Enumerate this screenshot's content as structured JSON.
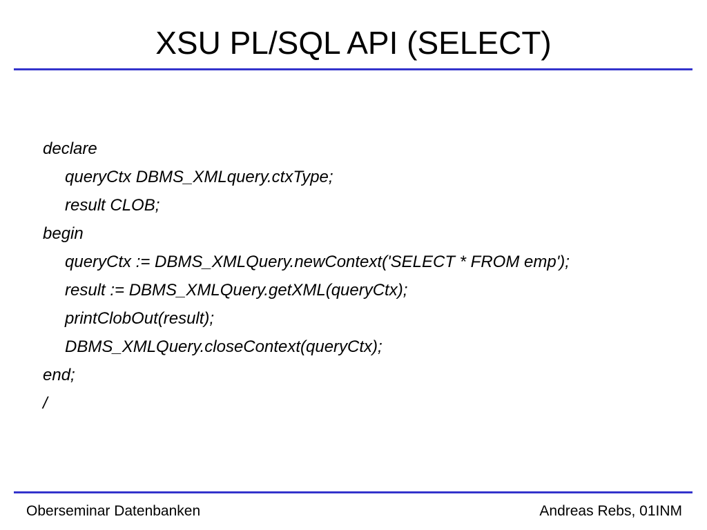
{
  "slide": {
    "title": "XSU PL/SQL API (SELECT)",
    "accent_color": "#3333cc"
  },
  "code": {
    "lines": [
      {
        "text": "declare",
        "indent": false
      },
      {
        "text": "queryCtx DBMS_XMLquery.ctxType;",
        "indent": true
      },
      {
        "text": "result CLOB;",
        "indent": true
      },
      {
        "text": "begin",
        "indent": false
      },
      {
        "text": "queryCtx := DBMS_XMLQuery.newContext('SELECT * FROM emp');",
        "indent": true
      },
      {
        "text": "result := DBMS_XMLQuery.getXML(queryCtx);",
        "indent": true
      },
      {
        "text": "printClobOut(result);",
        "indent": true
      },
      {
        "text": "DBMS_XMLQuery.closeContext(queryCtx);",
        "indent": true
      },
      {
        "text": "end;",
        "indent": false
      },
      {
        "text": "/",
        "indent": false
      }
    ]
  },
  "footer": {
    "left": "Oberseminar Datenbanken",
    "right": "Andreas Rebs, 01INM"
  }
}
